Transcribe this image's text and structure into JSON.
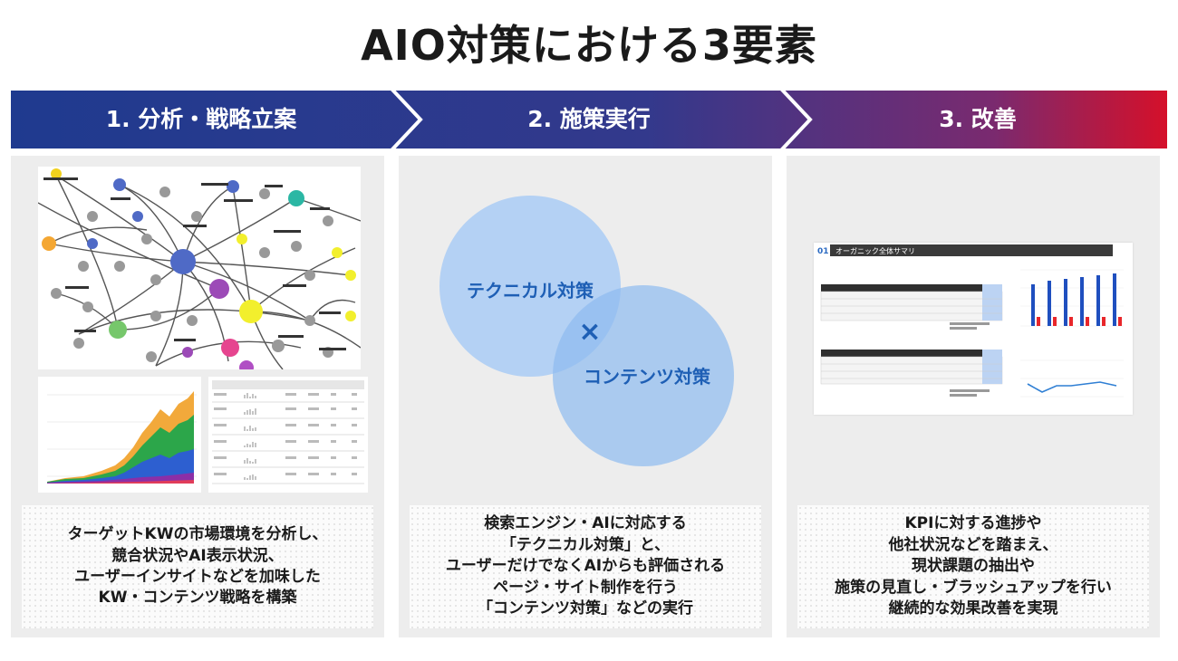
{
  "title": "AIO対策における3要素",
  "colors": {
    "banner_start": "#1f3a8f",
    "banner_end": "#d5102a",
    "accent_blue": "#1e5fb5",
    "circle_fill": "#9cc3f2"
  },
  "steps": [
    {
      "label": "1. 分析・戦略立案",
      "description": [
        "ターゲットKWの市場環境を分析し、",
        "競合状況やAI表示状況、",
        "ユーザーインサイトなどを加味した",
        "KW・コンテンツ戦略を構築"
      ]
    },
    {
      "label": "2. 施策実行",
      "venn": {
        "left": "テクニカル対策",
        "right": "コンテンツ対策",
        "operator": "×"
      },
      "description": [
        "検索エンジン・AIに対応する",
        "「テクニカル対策」と、",
        "ユーザーだけでなくAIからも評価される",
        "ページ・サイト制作を行う",
        "「コンテンツ対策」などの実行"
      ]
    },
    {
      "label": "3. 改善",
      "report": {
        "badge": "01",
        "heading": "オーガニック全体サマリ"
      },
      "description": [
        "KPIに対する進捗や",
        "他社状況などを踏まえ、",
        "現状課題の抽出や",
        "施策の見直し・ブラッシュアップを行い",
        "継続的な効果改善を実現"
      ]
    }
  ]
}
